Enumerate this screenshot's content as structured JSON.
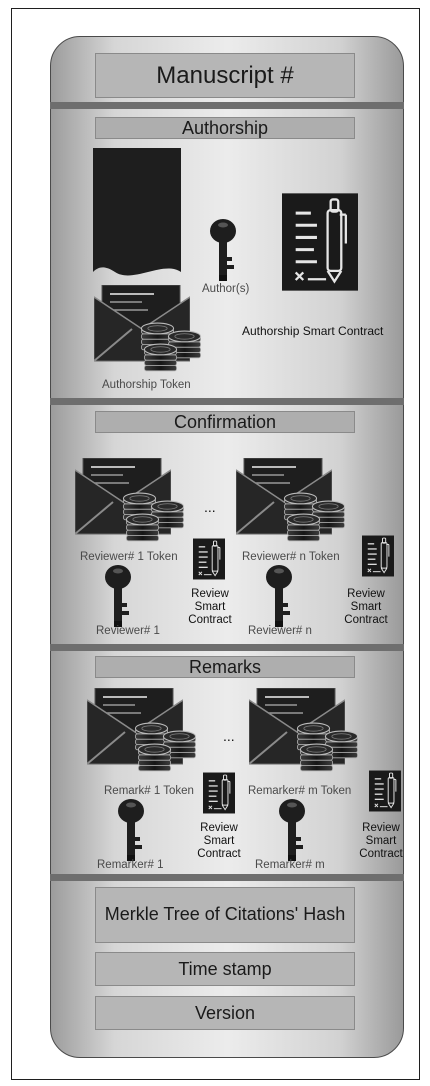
{
  "title": "Manuscript #",
  "authorship": {
    "header": "Authorship",
    "author_label": "Author(s)",
    "contract_label": "Authorship Smart Contract",
    "token_label": "Authorship Token"
  },
  "confirmation": {
    "header": "Confirmation",
    "ellipsis": "...",
    "reviewers": [
      {
        "token_label": "Reviewer# 1 Token",
        "key_label": "Reviewer# 1",
        "contract_label": "Review Smart Contract"
      },
      {
        "token_label": "Reviewer# n Token",
        "key_label": "Reviewer# n",
        "contract_label": "Review Smart Contract"
      }
    ]
  },
  "remarks": {
    "header": "Remarks",
    "ellipsis": "...",
    "remarkers": [
      {
        "token_label": "Remark# 1 Token",
        "key_label": "Remarker# 1",
        "contract_label": "Review Smart Contract"
      },
      {
        "token_label": "Remarker# m Token",
        "key_label": "Remarker# m",
        "contract_label": "Review Smart Contract"
      }
    ]
  },
  "footer": {
    "merkle": "Merkle Tree of Citations' Hash",
    "timestamp": "Time stamp",
    "version": "Version"
  }
}
